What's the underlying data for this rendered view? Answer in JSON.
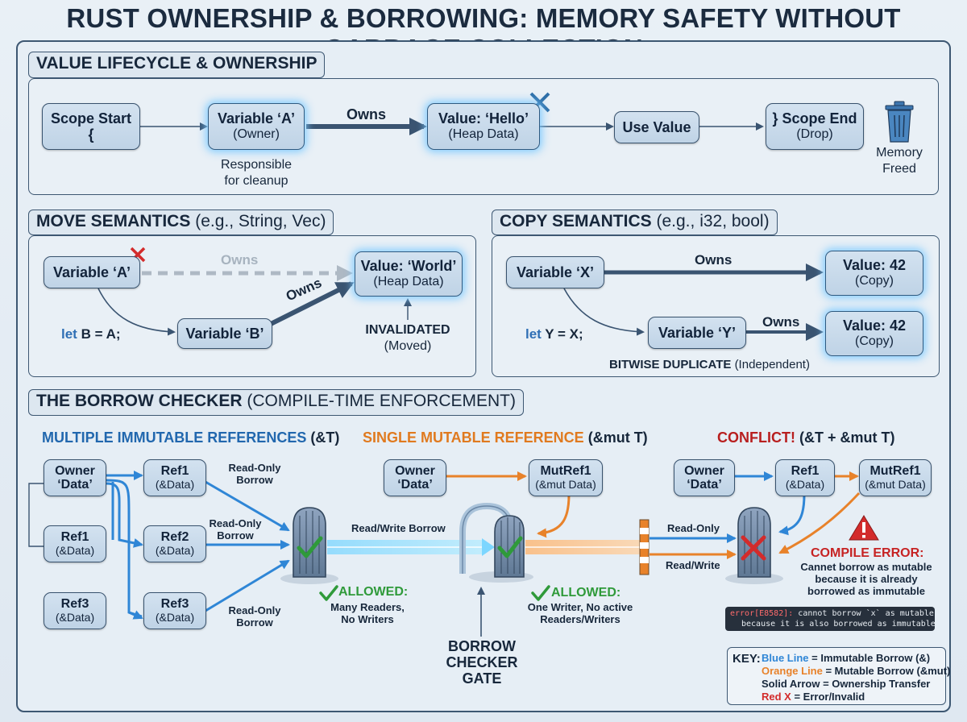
{
  "title": "RUST OWNERSHIP & BORROWING: MEMORY SAFETY WITHOUT GARBAGE COLLECTION",
  "lifecycle": {
    "heading": "VALUE LIFECYCLE & OWNERSHIP",
    "scope_start": {
      "line1": "Scope Start",
      "line2": "{"
    },
    "var_a": {
      "line1": "Variable ‘A’",
      "line2": "(Owner)"
    },
    "responsible": {
      "line1": "Responsible",
      "line2": "for cleanup"
    },
    "owns": "Owns",
    "value_hello": {
      "line1": "Value: ‘Hello’",
      "line2": "(Heap Data)"
    },
    "use_value": "Use Value",
    "scope_end": {
      "line1": "} Scope End",
      "line2": "(Drop)"
    },
    "memory_freed": {
      "line1": "Memory",
      "line2": "Freed"
    }
  },
  "move": {
    "heading": "MOVE SEMANTICS",
    "heading_note": "(e.g., String, Vec)",
    "var_a": "Variable ‘A’",
    "owns_faded": "Owns",
    "value_world": {
      "line1": "Value: ‘World’",
      "line2": "(Heap Data)"
    },
    "owns": "Owns",
    "let_kw": "let",
    "let_rest": "B = A;",
    "var_b": "Variable ‘B’",
    "invalidated": "INVALIDATED",
    "moved": "(Moved)"
  },
  "copy": {
    "heading": "COPY SEMANTICS",
    "heading_note": "(e.g., i32, bool)",
    "var_x": "Variable ‘X’",
    "owns_top": "Owns",
    "value_top": {
      "line1": "Value: 42",
      "line2": "(Copy)"
    },
    "let_kw": "let",
    "let_rest": "Y = X;",
    "var_y": "Variable ‘Y’",
    "owns_bottom": "Owns",
    "value_bottom": {
      "line1": "Value: 42",
      "line2": "(Copy)"
    },
    "bitwise": "BITWISE DUPLICATE",
    "bitwise_note": "(Independent)"
  },
  "borrow": {
    "heading": "THE BORROW CHECKER",
    "heading_note": "(COMPILE-TIME ENFORCEMENT)",
    "immutable": {
      "subheading": "MULTIPLE IMMUTABLE REFERENCES",
      "subheading_note": "(&T)",
      "owner": {
        "line1": "Owner",
        "line2": "‘Data’"
      },
      "ref1_left": {
        "line1": "Ref1",
        "line2": "(&Data)"
      },
      "ref3_left": {
        "line1": "Ref3",
        "line2": "(&Data)"
      },
      "ref1": {
        "line1": "Ref1",
        "line2": "(&Data)"
      },
      "ref2": {
        "line1": "Ref2",
        "line2": "(&Data)"
      },
      "ref3": {
        "line1": "Ref3",
        "line2": "(&Data)"
      },
      "read_only_1": {
        "line1": "Read-Only",
        "line2": "Borrow"
      },
      "read_only_2": {
        "line1": "Read-Only",
        "line2": "Borrow"
      },
      "read_only_3": {
        "line1": "Read-Only",
        "line2": "Borrow"
      },
      "allowed": "ALLOWED:",
      "allowed_note": {
        "line1": "Many Readers,",
        "line2": "No Writers"
      }
    },
    "mutable": {
      "subheading": "SINGLE MUTABLE REFERENCE",
      "subheading_note": "(&mut T)",
      "owner": {
        "line1": "Owner",
        "line2": "‘Data’"
      },
      "mutref": {
        "line1": "MutRef1",
        "line2": "(&mut Data)"
      },
      "rw_borrow": "Read/Write Borrow",
      "allowed": "ALLOWED:",
      "allowed_note": {
        "line1": "One Writer, No active",
        "line2": "Readers/Writers"
      },
      "gate_label": {
        "line1": "BORROW",
        "line2": "CHECKER",
        "line3": "GATE"
      }
    },
    "conflict": {
      "subheading": "CONFLICT!",
      "subheading_note": "(&T + &mut T)",
      "owner": {
        "line1": "Owner",
        "line2": "‘Data’"
      },
      "ref1": {
        "line1": "Ref1",
        "line2": "(&Data)"
      },
      "mutref": {
        "line1": "MutRef1",
        "line2": "(&mut Data)"
      },
      "read_only": "Read-Only",
      "read_write": "Read/Write",
      "compile_error": "COMPILE ERROR:",
      "error_msg": {
        "line1": "Cannet borrow as mutable",
        "line2": "because it is already",
        "line3": "borrowed as immutable"
      },
      "error_code": "error[E8582]:",
      "error_text1": " cannot borrow `x` as mutable",
      "error_text2": "because it is also borrowed as immutable"
    },
    "key": {
      "title": "KEY:",
      "blue_name": "Blue Line",
      "blue_desc": " = Immutable Borrow (&)",
      "orange_name": "Orange Line",
      "orange_desc": " = Mutable Borrow (&mut)",
      "solid_desc": "Solid Arrow = Ownership Transfer",
      "red_name": "Red X",
      "red_desc": " = Error/Invalid"
    }
  },
  "colors": {
    "immutable_blue": "#2f86d6",
    "mutable_orange": "#e8822a",
    "error_red": "#d32b2b",
    "allowed_green": "#2f9a3a",
    "ownership_arrow": "#3a5471"
  }
}
